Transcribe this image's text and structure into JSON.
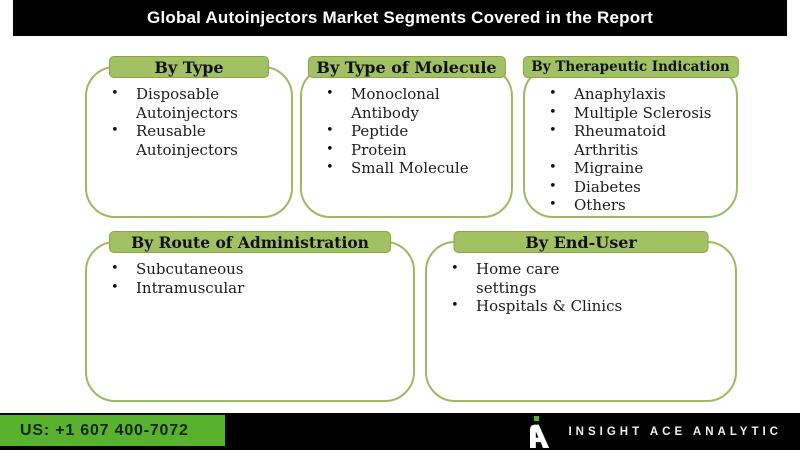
{
  "title": "Global Autoinjectors Market Segments Covered in the Report",
  "segments": [
    {
      "title": "By Type",
      "items": [
        "Disposable Autoinjectors",
        "Reusable Autoinjectors"
      ]
    },
    {
      "title": "By Type of Molecule",
      "items": [
        "Monoclonal Antibody",
        "Peptide",
        "Protein",
        "Small Molecule"
      ]
    },
    {
      "title": "By Therapeutic Indication",
      "items": [
        "Anaphylaxis",
        "Multiple Sclerosis",
        "Rheumatoid Arthritis",
        "Migraine",
        "Diabetes",
        "Others"
      ]
    },
    {
      "title": "By Route of Administration",
      "items": [
        "Subcutaneous",
        "Intramuscular"
      ]
    },
    {
      "title": "By End-User",
      "items": [
        "Home care\nsettings",
        "Hospitals & Clinics"
      ]
    }
  ],
  "footer": {
    "phone": "US: +1 607 400-7072",
    "brand": "INSIGHT ACE ANALYTIC"
  },
  "colors": {
    "title_bg": "#000000",
    "title_text": "#ffffff",
    "header_green": "#a2c064",
    "header_border": "#86a648",
    "box_border": "#9cba62",
    "bottom_green": "#58b22e",
    "bar_black": "#000000"
  }
}
